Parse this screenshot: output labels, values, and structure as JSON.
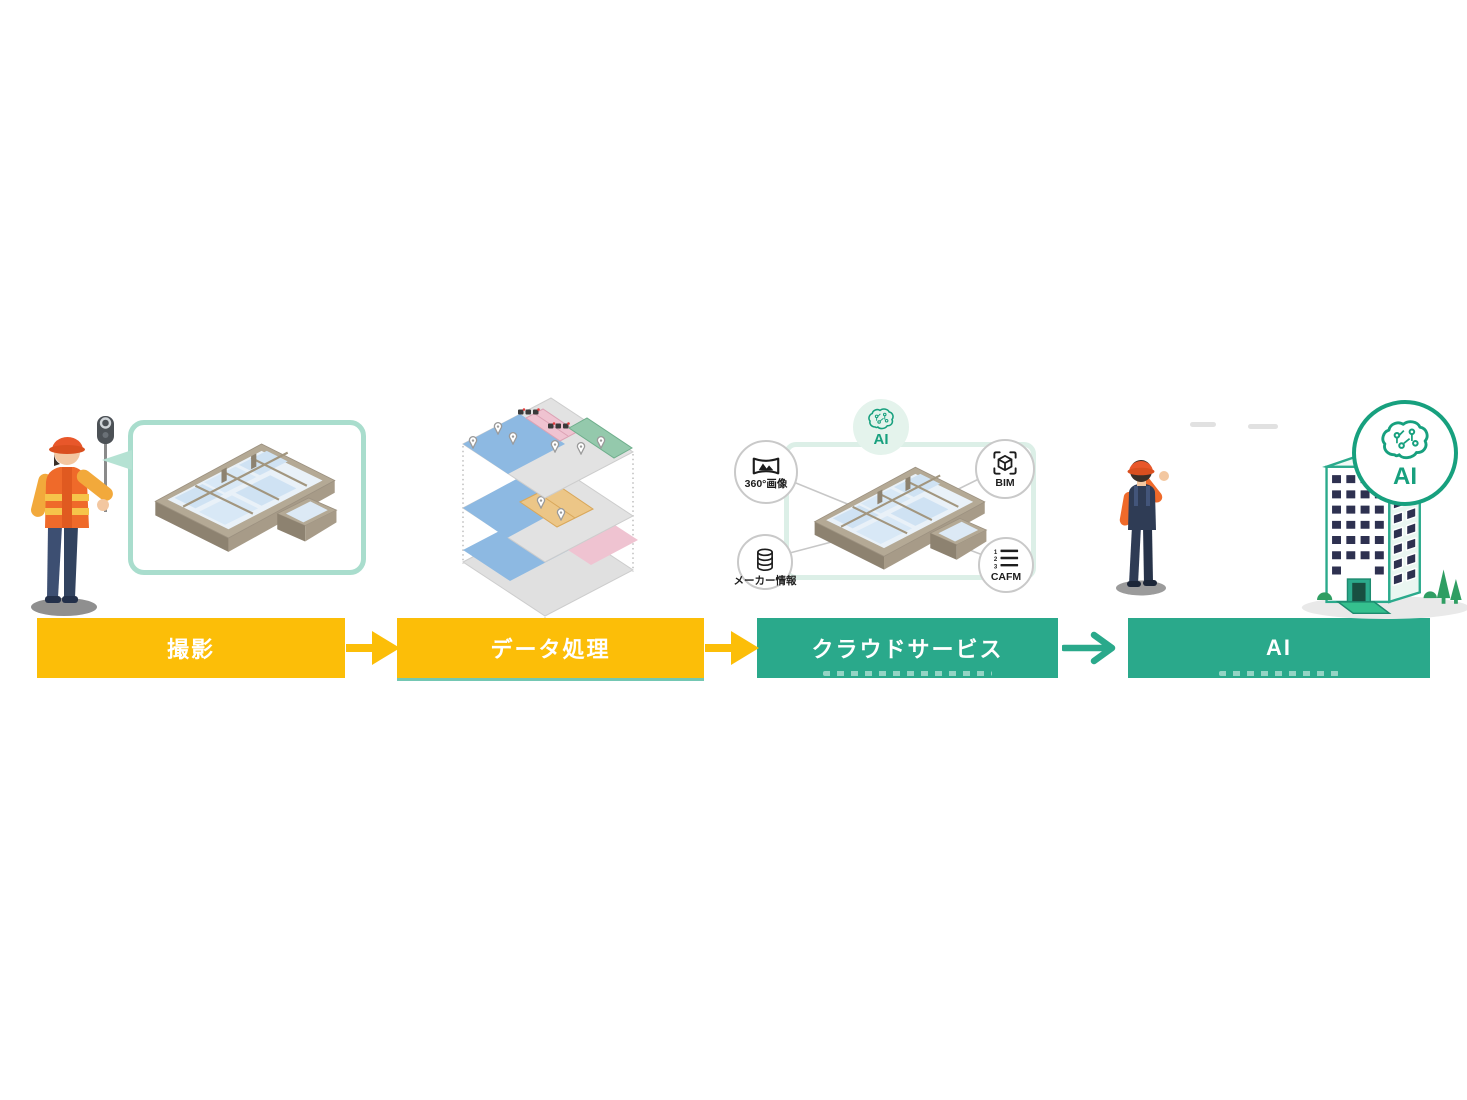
{
  "palette": {
    "banner_yellow": "#FCBE08",
    "banner_teal": "#2AA98B",
    "badge_green": "#17A07E",
    "bubble_border": "#A9DDCD",
    "ai_node_fill": "#E4F3EC"
  },
  "banners": {
    "photo": "撮影",
    "data": "データ処理",
    "cloud": "クラウドサービス",
    "ai": "AI"
  },
  "cloud_diagram": {
    "ai_node_label": "AI",
    "nodes": {
      "pano": "360°画像",
      "bim": "BIM",
      "maker": "メーカー情報",
      "cafm": "CAFM"
    },
    "cafm_digits": [
      "1",
      "2",
      "3"
    ]
  },
  "ai_badge": {
    "label": "AI"
  }
}
